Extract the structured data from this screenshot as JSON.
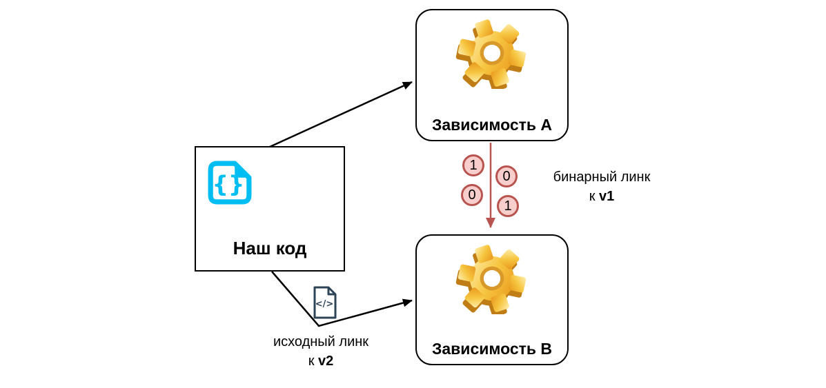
{
  "diagram": {
    "nodes": {
      "our_code": {
        "label": "Наш код",
        "icon": "code-file-icon"
      },
      "dep_a": {
        "label": "Зависимость A",
        "icon": "gear-icon"
      },
      "dep_b": {
        "label": "Зависимость B",
        "icon": "gear-icon"
      }
    },
    "edges": {
      "code_to_dep_a": {
        "from": "our_code",
        "to": "dep_a",
        "style": "black-arrow"
      },
      "source_link": {
        "from": "our_code",
        "to": "dep_b",
        "style": "black-arrow",
        "icon": "source-file-icon",
        "label_line1": "исходный линк",
        "label_line2_prefix": "к",
        "label_line2_version": "v2"
      },
      "binary_link": {
        "from": "dep_a",
        "to": "dep_b",
        "style": "red-arrow",
        "label_line1": "бинарный линк",
        "label_line2_prefix": "к",
        "label_line2_version": "v1",
        "digits": [
          "1",
          "0",
          "0",
          "1"
        ]
      }
    },
    "colors": {
      "background": "#ffffff",
      "node_border": "#000000",
      "edge_black": "#000000",
      "edge_red_stroke": "#B85450",
      "digit_circle_fill": "#F8CECC",
      "code_icon_cyan": "#00BEF2",
      "gear_gold_light": "#FFEFB0",
      "gear_gold_dark": "#E8961C",
      "gear_gold_shadow": "#C07C15",
      "doc_icon_slate": "#2D4356"
    }
  }
}
